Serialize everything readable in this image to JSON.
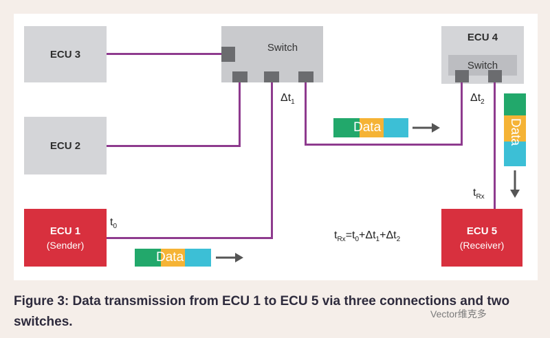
{
  "diagram": {
    "nodes": {
      "ecu3": "ECU 3",
      "ecu2": "ECU 2",
      "ecu1": "ECU 1",
      "ecu1_role": "(Sender)",
      "ecu4": "ECU 4",
      "ecu5": "ECU 5",
      "ecu5_role": "(Receiver)",
      "switch1": "Switch",
      "switch2": "Switch"
    },
    "packet_label": "Data",
    "labels": {
      "t0": {
        "base": "t",
        "sub": "0"
      },
      "dt1": {
        "base": "Δt",
        "sub": "1"
      },
      "dt2": {
        "base": "Δt",
        "sub": "2"
      },
      "tRx": {
        "base": "t",
        "sub": "Rx"
      }
    },
    "formula": {
      "lhs": "t",
      "lhs_sub": "Rx",
      "eq": "=t",
      "t0_sub": "0",
      "p1": "+Δt",
      "dt1_sub": "1",
      "p2": "+Δt",
      "dt2_sub": "2"
    },
    "colors": {
      "link": "#8e3a8e",
      "ecu_gray": "#d4d5d8",
      "ecu_red": "#d8303e",
      "switch": "#c9cacd",
      "port": "#6b6c6f",
      "packet_green": "#22a86b",
      "packet_yellow": "#f5b335",
      "packet_cyan": "#3cbfd6",
      "arrow": "#555555"
    }
  },
  "caption": "Figure 3: Data transmission from ECU 1 to ECU 5 via three connections and two switches.",
  "watermark": "Vector维克多"
}
